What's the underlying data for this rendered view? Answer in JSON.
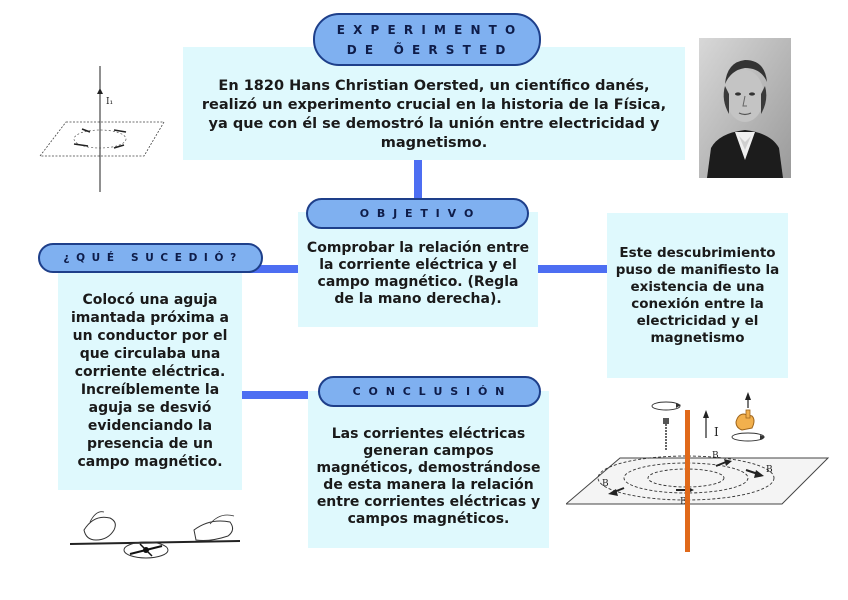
{
  "title_line1": "E X P E R I M E N T O",
  "title_line2": "D E   Õ E R S T E D",
  "intro": "En 1820 Hans Christian Oersted, un científico danés, realizó un experimento crucial en la historia de la Física, ya que con él se demostró la unión entre electricidad y magnetismo.",
  "objetivo": {
    "heading": "O B J E T I V O",
    "text": "Comprobar la relación entre la corriente eléctrica y el campo magnético. (Regla de la mano derecha)."
  },
  "que_sucedio": {
    "heading": "¿ Q U É   S U C E D I Ó ?",
    "text": "Colocó una aguja imantada próxima a un conductor por el que circulaba una corriente eléctrica. Increíblemente la aguja se desvió evidenciando la presencia de un campo magnético."
  },
  "descubrimiento": "Este descubrimiento puso de manifiesto la existencia de una conexión entre la electricidad y el magnetismo",
  "conclusion": {
    "heading": "C O N C L U S I Ó N",
    "text": "Las corrientes eléctricas generan campos magnéticos, demostrándose de esta manera la relación entre corrientes eléctricas y campos magnéticos."
  },
  "diagram_labels": {
    "current": "I",
    "current_small": "I₁",
    "field_b1": "B",
    "field_b2": "B",
    "field_b3": "B",
    "field_b4": "B"
  },
  "colors": {
    "box": "#dff9fd",
    "pill": "#7fb0f0",
    "pill_border": "#1e3f8a",
    "connector": "#4d6ef2",
    "wire": "#e0691a"
  }
}
